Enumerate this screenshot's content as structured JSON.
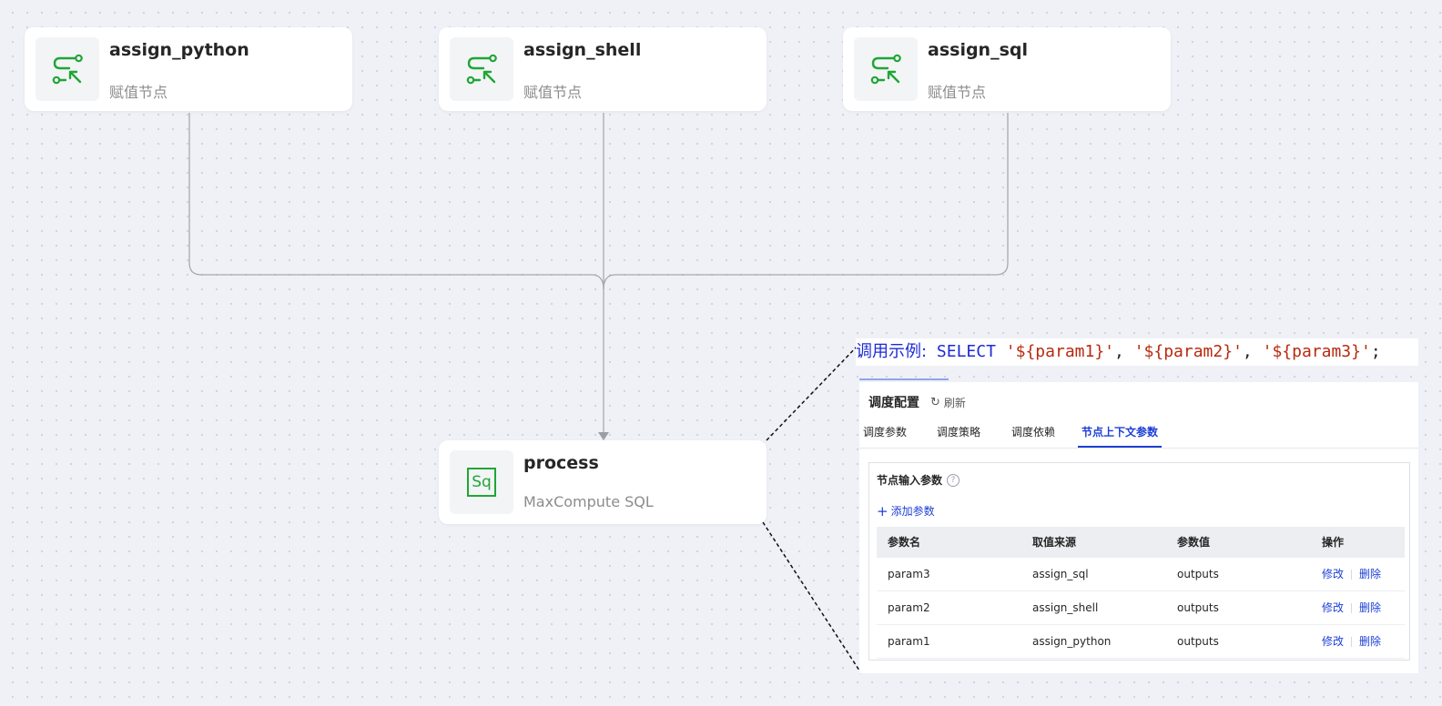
{
  "nodes": {
    "assign_python": {
      "title": "assign_python",
      "subtitle": "赋值节点",
      "icon": "assignment-node-icon"
    },
    "assign_shell": {
      "title": "assign_shell",
      "subtitle": "赋值节点",
      "icon": "assignment-node-icon"
    },
    "assign_sql": {
      "title": "assign_sql",
      "subtitle": "赋值节点",
      "icon": "assignment-node-icon"
    },
    "process": {
      "title": "process",
      "subtitle": "MaxCompute SQL",
      "icon": "sql-node-icon",
      "icon_text": "Sq"
    }
  },
  "example": {
    "label": "调用示例:",
    "keyword": "SELECT",
    "arg1": "'${param1}'",
    "arg2": "'${param2}'",
    "arg3": "'${param3}'",
    "comma": ",",
    "end": ";"
  },
  "panel": {
    "title": "调度配置",
    "refresh_label": "刷新",
    "tabs": [
      "调度参数",
      "调度策略",
      "调度依赖",
      "节点上下文参数"
    ],
    "active_tab": "节点上下文参数",
    "section_title": "节点输入参数",
    "add_param_label": "添加参数",
    "table": {
      "headers": [
        "参数名",
        "取值来源",
        "参数值",
        "操作"
      ],
      "rows": [
        {
          "name": "param3",
          "source": "assign_sql",
          "value": "outputs"
        },
        {
          "name": "param2",
          "source": "assign_shell",
          "value": "outputs"
        },
        {
          "name": "param1",
          "source": "assign_python",
          "value": "outputs"
        }
      ],
      "edit_label": "修改",
      "delete_label": "删除"
    }
  },
  "colors": {
    "node_icon_green": "#1fa636",
    "link_blue": "#1d3fd6",
    "string_red": "#b82a0f",
    "canvas_bg": "#eff1f6"
  }
}
